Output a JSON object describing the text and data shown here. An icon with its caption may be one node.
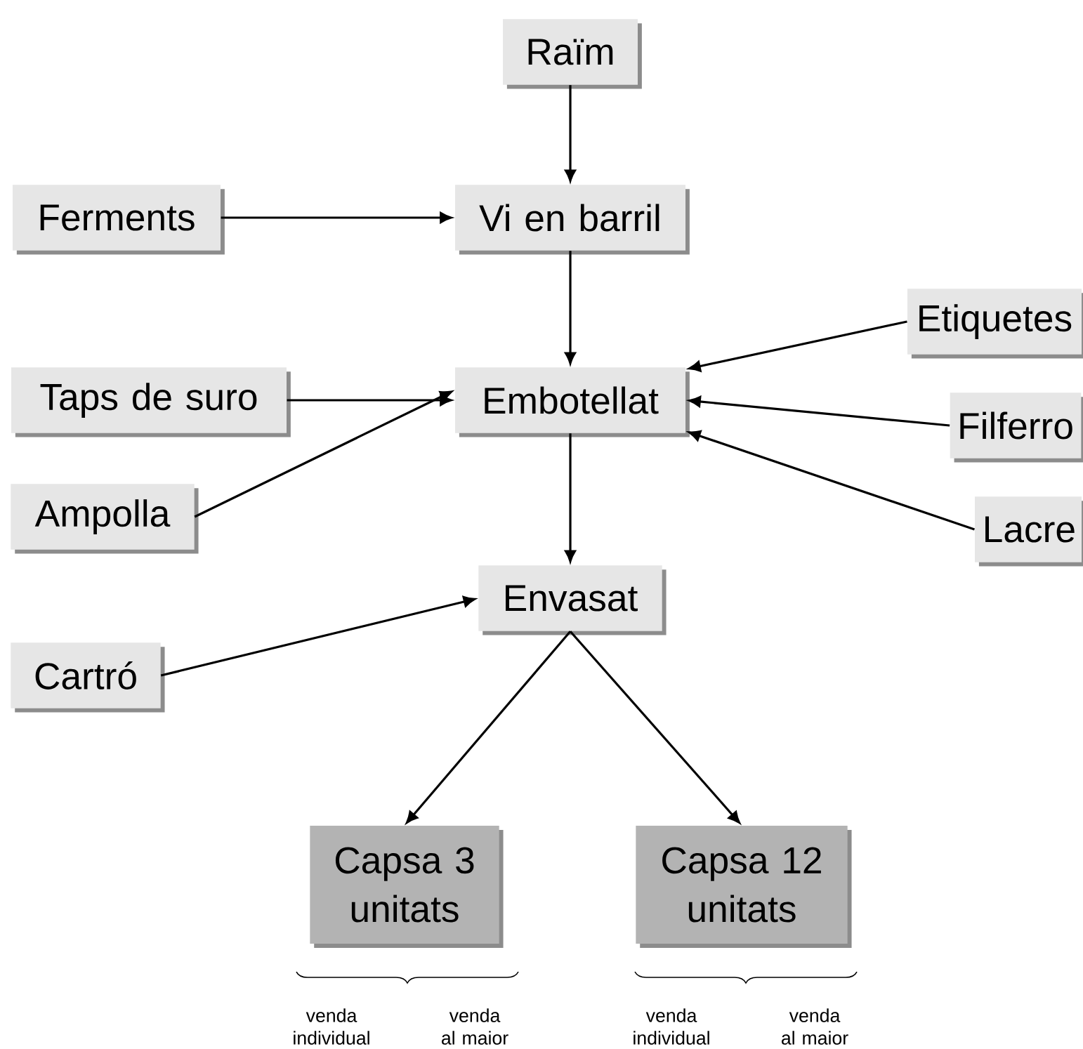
{
  "diagram": {
    "nodes": [
      {
        "text": [
          "Raïm"
        ]
      },
      {
        "text": [
          "Ferments"
        ]
      },
      {
        "text": [
          "Vi en barril"
        ]
      },
      {
        "text": [
          "Etiquetes"
        ]
      },
      {
        "text": [
          "Taps de suro"
        ]
      },
      {
        "text": [
          "Embotellat"
        ]
      },
      {
        "text": [
          "Filferro"
        ]
      },
      {
        "text": [
          "Ampolla"
        ]
      },
      {
        "text": [
          "Lacre"
        ]
      },
      {
        "text": [
          "Envasat"
        ]
      },
      {
        "text": [
          "Cartró"
        ]
      },
      {
        "text": [
          "Capsa 3 unitats"
        ]
      },
      {
        "text": [
          "Capsa 12 unitats"
        ]
      }
    ],
    "edges": [
      {
        "from": 0,
        "to": 2,
        "arrow": "to"
      },
      {
        "from": 1,
        "to": 2,
        "arrow": "to"
      },
      {
        "from": 2,
        "to": 5,
        "arrow": "to"
      },
      {
        "from": 4,
        "to": 5,
        "arrow": "to"
      },
      {
        "from": 7,
        "to": 5,
        "arrow": "to"
      },
      {
        "from": 3,
        "to": 5,
        "arrow": "to"
      },
      {
        "from": 6,
        "to": 5,
        "arrow": "to"
      },
      {
        "from": 8,
        "to": 5,
        "arrow": "to"
      },
      {
        "from": 5,
        "to": 9,
        "arrow": "to"
      },
      {
        "from": 10,
        "to": 9,
        "arrow": "to"
      },
      {
        "from": 9,
        "to": 11,
        "arrow": "to"
      },
      {
        "from": 9,
        "to": 12,
        "arrow": "to"
      }
    ],
    "labels": [
      "venda individual",
      "venda al maior",
      "venda individual",
      "venda al maior"
    ]
  }
}
